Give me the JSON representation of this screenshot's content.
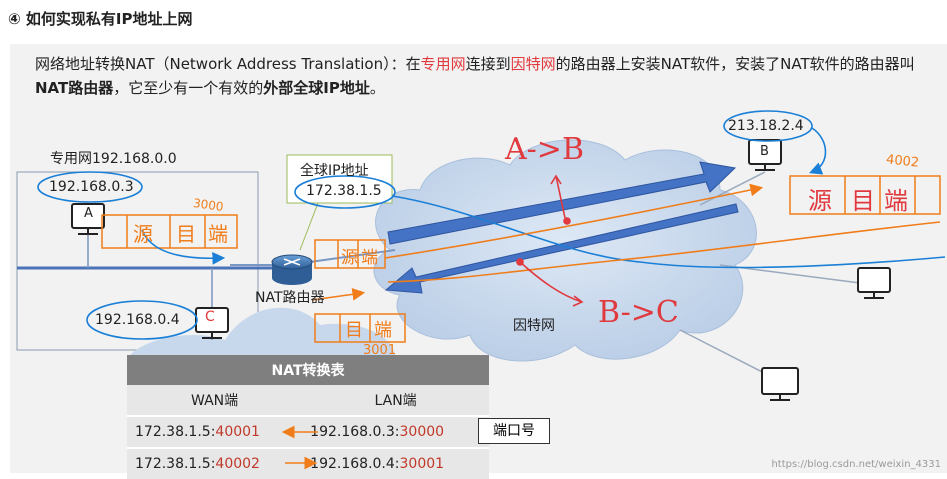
{
  "heading": "④ 如何实现私有IP地址上网",
  "intro": {
    "p1": "网络地址转换NAT（Network Address Translation）：在",
    "p2": "专用网",
    "p3": "连接到",
    "p4": "因特网",
    "p5": "的路由器上安装NAT软件，安装了NAT软件的路由器叫",
    "p6": "NAT路由器",
    "p7": "，它至少有一个有效的",
    "p8": "外部全球IP地址",
    "p9": "。"
  },
  "diagram": {
    "private_net_label": "专用网192.168.0.0",
    "host_a_ip": "192.168.0.3",
    "host_a": "A",
    "host_c_ip": "192.168.0.4",
    "host_c": "C",
    "global_ip_label": "全球IP地址",
    "global_ip": "172.38.1.5",
    "router_label": "NAT路由器",
    "internet_label": "因特网",
    "host_b_ip": "213.18.2.4",
    "host_b": "B",
    "ann_a_to_b": "A->B",
    "ann_b_to_c": "B->C",
    "ann_3000": "3000",
    "ann_4002": "4002",
    "ann_3001": "3001",
    "pkt_src": "源",
    "pkt_dst": "目",
    "pkt_port": "端"
  },
  "nat_table": {
    "title": "NAT转换表",
    "wan_header": "WAN端",
    "lan_header": "LAN端",
    "rows": [
      {
        "wan_ip": "172.38.1.5:",
        "wan_port": "40001",
        "lan_ip": "192.168.0.3:",
        "lan_port": "30000"
      },
      {
        "wan_ip": "172.38.1.5:",
        "wan_port": "40002",
        "lan_ip": "192.168.0.4:",
        "lan_port": "30001"
      }
    ],
    "port_note": "端口号"
  },
  "watermark": "https://blog.csdn.net/weixin_4331",
  "colors": {
    "hand_blue": "#1a7fd6",
    "hand_orange": "#f07d1a",
    "hand_red": "#e0393e",
    "arrow_blue": "#4472c4"
  }
}
